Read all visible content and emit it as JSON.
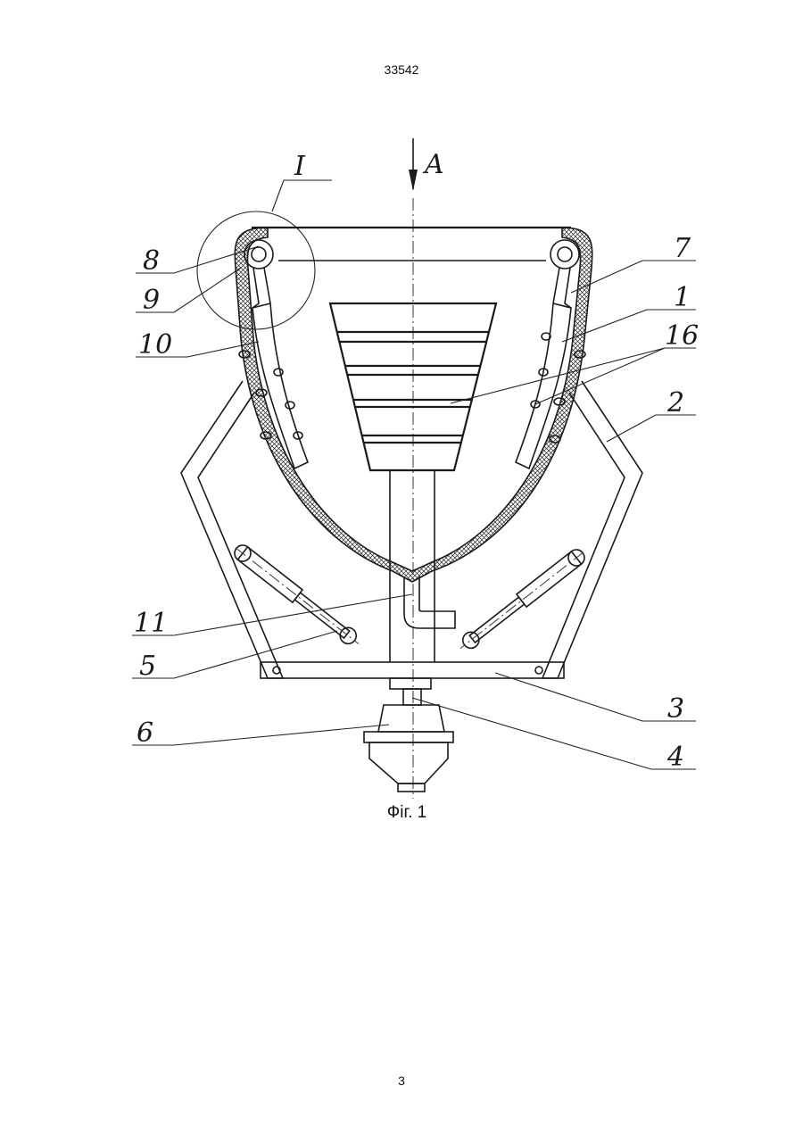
{
  "document": {
    "patent_number": "33542",
    "page_number": "3",
    "figure_caption": "Фіг. 1"
  },
  "view_marker": "A",
  "detail_marker": "I",
  "reference_numerals": {
    "n8": "8",
    "n9": "9",
    "n10": "10",
    "n7": "7",
    "n1": "1",
    "n16": "16",
    "n2": "2",
    "n11": "11",
    "n5": "5",
    "n3": "3",
    "n6": "6",
    "n4": "4"
  }
}
